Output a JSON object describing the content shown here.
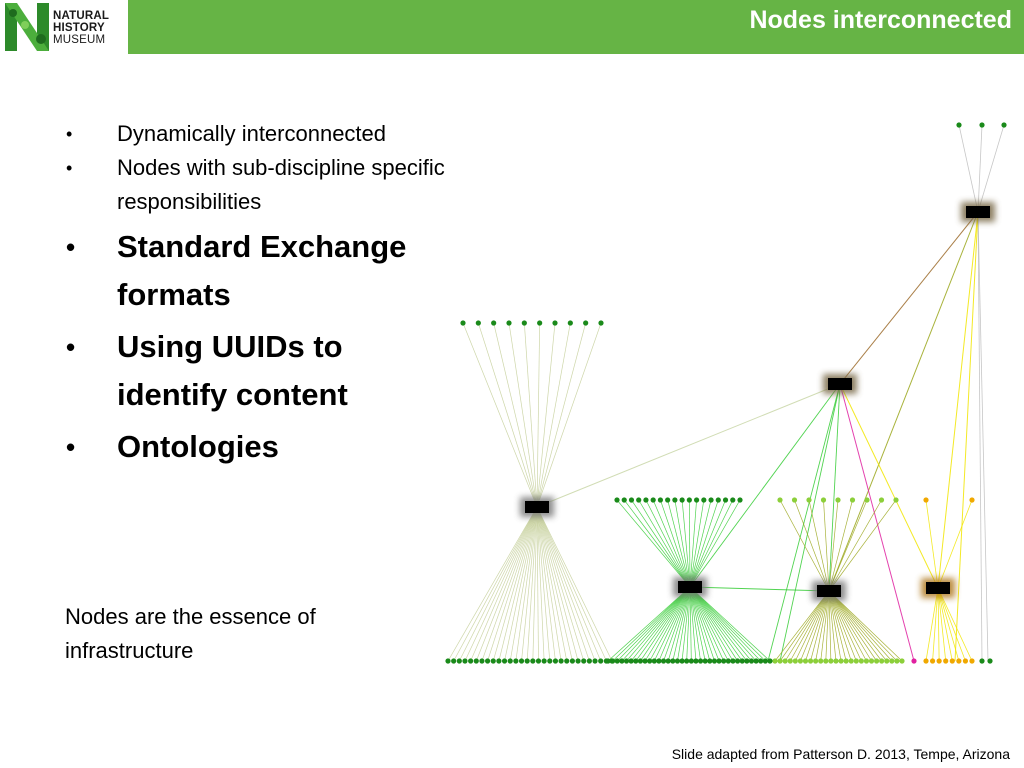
{
  "logo": {
    "line1": "NATURAL",
    "line2": "HISTORY",
    "line3": "MUSEUM",
    "letter": "N"
  },
  "header": {
    "title": "Nodes interconnected",
    "bar_color": "#66b445"
  },
  "bullets": [
    {
      "text": "Dynamically interconnected",
      "style": "normal"
    },
    {
      "text": "Nodes with sub-discipline specific responsibilities",
      "style": "normal"
    },
    {
      "text": "Standard Exchange formats",
      "style": "bold-large"
    },
    {
      "text": "Using UUIDs to identify content",
      "style": "bold-large"
    },
    {
      "text": "Ontologies",
      "style": "bold-large"
    }
  ],
  "bullet_glyph": "•",
  "note": "Nodes are the essence of infrastructure",
  "footer": "Slide adapted from Patterson D. 2013, Tempe, Arizona",
  "network_colors": {
    "dark_green": "#1a8a1a",
    "bright_green": "#33cc33",
    "olive": "#9aa61a",
    "lime": "#8ccf3a",
    "yellow": "#f2e600",
    "orange": "#f0a800",
    "magenta": "#e020a0",
    "grey": "#bdbdbd",
    "brown": "#9c6a2a"
  }
}
